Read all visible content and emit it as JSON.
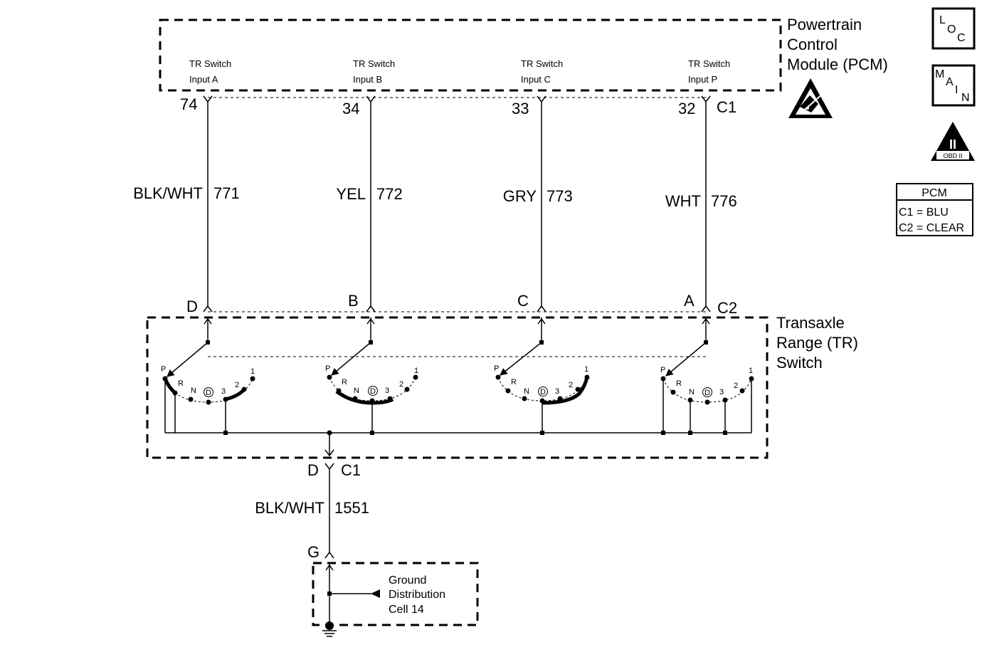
{
  "pcm": {
    "title_line1": "Powertrain",
    "title_line2": "Control",
    "title_line3": "Module (PCM)",
    "connector": "C1",
    "inputs": [
      {
        "line1": "TR Switch",
        "line2": "Input A",
        "pin": "74",
        "wire_color": "BLK/WHT",
        "circuit": "771",
        "tr_terminal": "D"
      },
      {
        "line1": "TR Switch",
        "line2": "Input B",
        "pin": "34",
        "wire_color": "YEL",
        "circuit": "772",
        "tr_terminal": "B"
      },
      {
        "line1": "TR Switch",
        "line2": "Input C",
        "pin": "33",
        "wire_color": "GRY",
        "circuit": "773",
        "tr_terminal": "C"
      },
      {
        "line1": "TR Switch",
        "line2": "Input P",
        "pin": "32",
        "wire_color": "WHT",
        "circuit": "776",
        "tr_terminal": "A"
      }
    ]
  },
  "tr_switch": {
    "title_line1": "Transaxle",
    "title_line2": "Range (TR)",
    "title_line3": "Switch",
    "connector_top": "C2",
    "connector_bottom": "C1",
    "bottom_terminal": "D",
    "positions": [
      "P",
      "R",
      "N",
      "D",
      "3",
      "2",
      "1"
    ]
  },
  "ground_wire": {
    "wire_color": "BLK/WHT",
    "circuit": "1551",
    "terminal": "G"
  },
  "ground_distribution": {
    "line1": "Ground",
    "line2": "Distribution",
    "line3": "Cell 14"
  },
  "side_icons": {
    "loc": {
      "l": "L",
      "o": "O",
      "c": "C"
    },
    "main": {
      "m": "M",
      "a": "A",
      "i": "I",
      "n": "N"
    },
    "obd": {
      "roman": "II",
      "label": "OBD II"
    },
    "esd_icon": "esd-warning-icon"
  },
  "pcm_table": {
    "header": "PCM",
    "row1": "C1 = BLU",
    "row2": "C2 = CLEAR"
  }
}
